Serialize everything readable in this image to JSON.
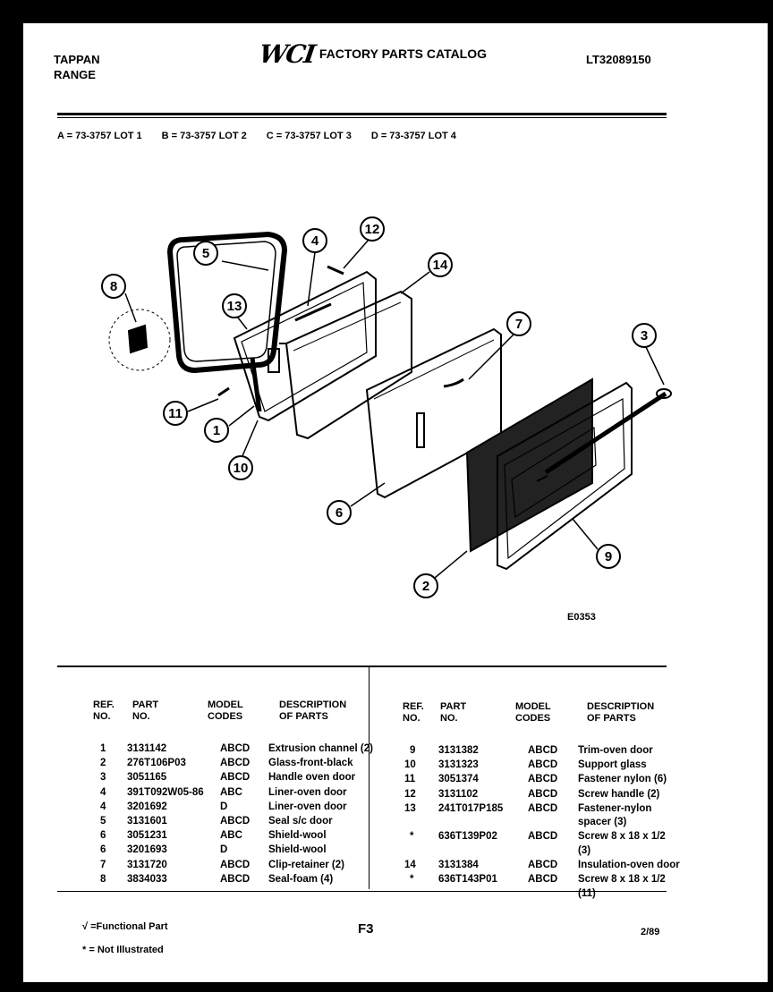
{
  "header": {
    "brand_line1": "TAPPAN",
    "brand_line2": "RANGE",
    "logo": "WCI",
    "catalog_title": "FACTORY PARTS CATALOG",
    "catalog_number": "LT32089150"
  },
  "lots": [
    "A = 73-3757 LOT 1",
    "B = 73-3757 LOT 2",
    "C = 73-3757 LOT 3",
    "D = 73-3757 LOT 4"
  ],
  "diagram": {
    "figure_id": "E0353",
    "callouts": [
      "1",
      "2",
      "3",
      "4",
      "5",
      "6",
      "7",
      "8",
      "9",
      "10",
      "11",
      "12",
      "13",
      "14"
    ]
  },
  "table": {
    "headers": {
      "ref_no": [
        "REF.",
        "NO."
      ],
      "part_no": [
        "PART",
        "NO."
      ],
      "model_codes": [
        "MODEL",
        "CODES"
      ],
      "description": [
        "DESCRIPTION",
        "OF PARTS"
      ]
    },
    "left_rows": [
      {
        "ref": "1",
        "part": "3131142",
        "codes": "ABCD",
        "desc": "Extrusion channel (2)"
      },
      {
        "ref": "2",
        "part": "276T106P03",
        "codes": "ABCD",
        "desc": "Glass-front-black"
      },
      {
        "ref": "3",
        "part": "3051165",
        "codes": "ABCD",
        "desc": "Handle oven door"
      },
      {
        "ref": "4",
        "part": "391T092W05-86",
        "codes": "ABC",
        "desc": "Liner-oven door"
      },
      {
        "ref": "4",
        "part": "3201692",
        "codes": "D",
        "desc": "Liner-oven door"
      },
      {
        "ref": "5",
        "part": "3131601",
        "codes": "ABCD",
        "desc": "Seal s/c door"
      },
      {
        "ref": "6",
        "part": "3051231",
        "codes": "ABC",
        "desc": "Shield-wool"
      },
      {
        "ref": "6",
        "part": "3201693",
        "codes": "D",
        "desc": "Shield-wool"
      },
      {
        "ref": "7",
        "part": "3131720",
        "codes": "ABCD",
        "desc": "Clip-retainer (2)"
      },
      {
        "ref": "8",
        "part": "3834033",
        "codes": "ABCD",
        "desc": "Seal-foam (4)"
      }
    ],
    "right_rows": [
      {
        "ref": "9",
        "part": "3131382",
        "codes": "ABCD",
        "desc": "Trim-oven door",
        "desc2": ""
      },
      {
        "ref": "10",
        "part": "3131323",
        "codes": "ABCD",
        "desc": "Support glass",
        "desc2": ""
      },
      {
        "ref": "11",
        "part": "3051374",
        "codes": "ABCD",
        "desc": "Fastener nylon (6)",
        "desc2": ""
      },
      {
        "ref": "12",
        "part": "3131102",
        "codes": "ABCD",
        "desc": "Screw handle (2)",
        "desc2": ""
      },
      {
        "ref": "13",
        "part": "241T017P185",
        "codes": "ABCD",
        "desc": "Fastener-nylon",
        "desc2": "spacer (3)"
      },
      {
        "ref": "*",
        "part": "636T139P02",
        "codes": "ABCD",
        "desc": "Screw 8 x 18 x 1/2",
        "desc2": "(3)"
      },
      {
        "ref": "14",
        "part": "3131384",
        "codes": "ABCD",
        "desc": "Insulation-oven door",
        "desc2": ""
      },
      {
        "ref": "*",
        "part": "636T143P01",
        "codes": "ABCD",
        "desc": "Screw 8 x 18 x 1/2",
        "desc2": "(11)"
      }
    ]
  },
  "footer": {
    "functional_note": "√ =Functional Part",
    "not_illustrated_note": "* = Not Illustrated",
    "page": "F3",
    "date": "2/89"
  }
}
